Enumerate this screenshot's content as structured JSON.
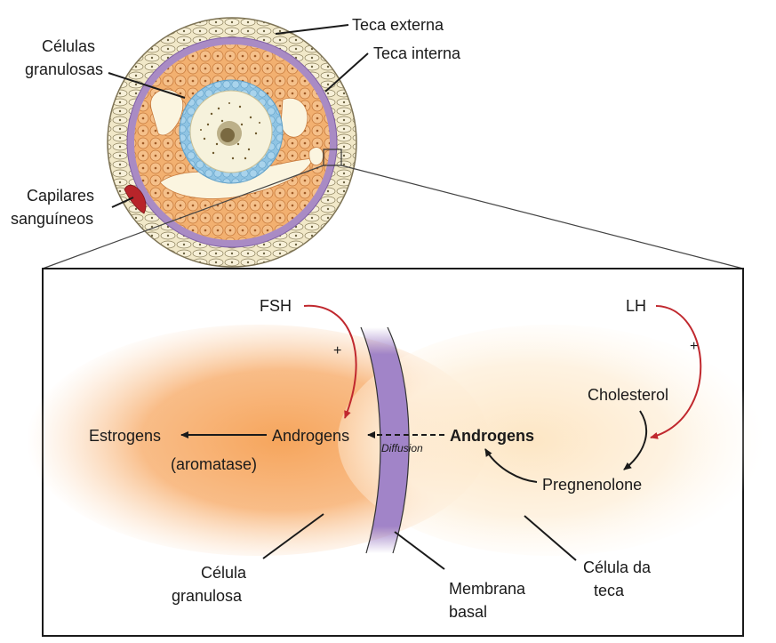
{
  "follicle_labels": {
    "teca_externa": "Teca externa",
    "teca_interna": "Teca interna",
    "celulas_granulosas_1": "Células",
    "celulas_granulosas_2": "granulosas",
    "capilares_1": "Capilares",
    "capilares_2": "sanguíneos"
  },
  "detail_labels": {
    "fsh": "FSH",
    "lh": "LH",
    "plus_fsh": "+",
    "plus_lh": "+",
    "cholesterol": "Cholesterol",
    "pregnenolone": "Pregnenolone",
    "androgens_theca": "Androgens",
    "androgens_granulosa": "Androgens",
    "estrogens": "Estrogens",
    "aromatase": "(aromatase)",
    "diffusion": "Diffusion",
    "celula_granulosa_1": "Célula",
    "celula_granulosa_2": "granulosa",
    "membrana_basal_1": "Membrana",
    "membrana_basal_2": "basal",
    "celula_teca_1": "Célula da",
    "celula_teca_2": "teca"
  },
  "colors": {
    "granulosa": "#f4a460",
    "theca_interna": "#a98bc4",
    "theca_externa": "#f0e8cc",
    "antrum_blue": "#8fc4e3",
    "oocyte": "#f6f2dc",
    "hormone_arrow": "#c0282e",
    "capillary": "#b8242a",
    "membrane": "#a184c8"
  }
}
